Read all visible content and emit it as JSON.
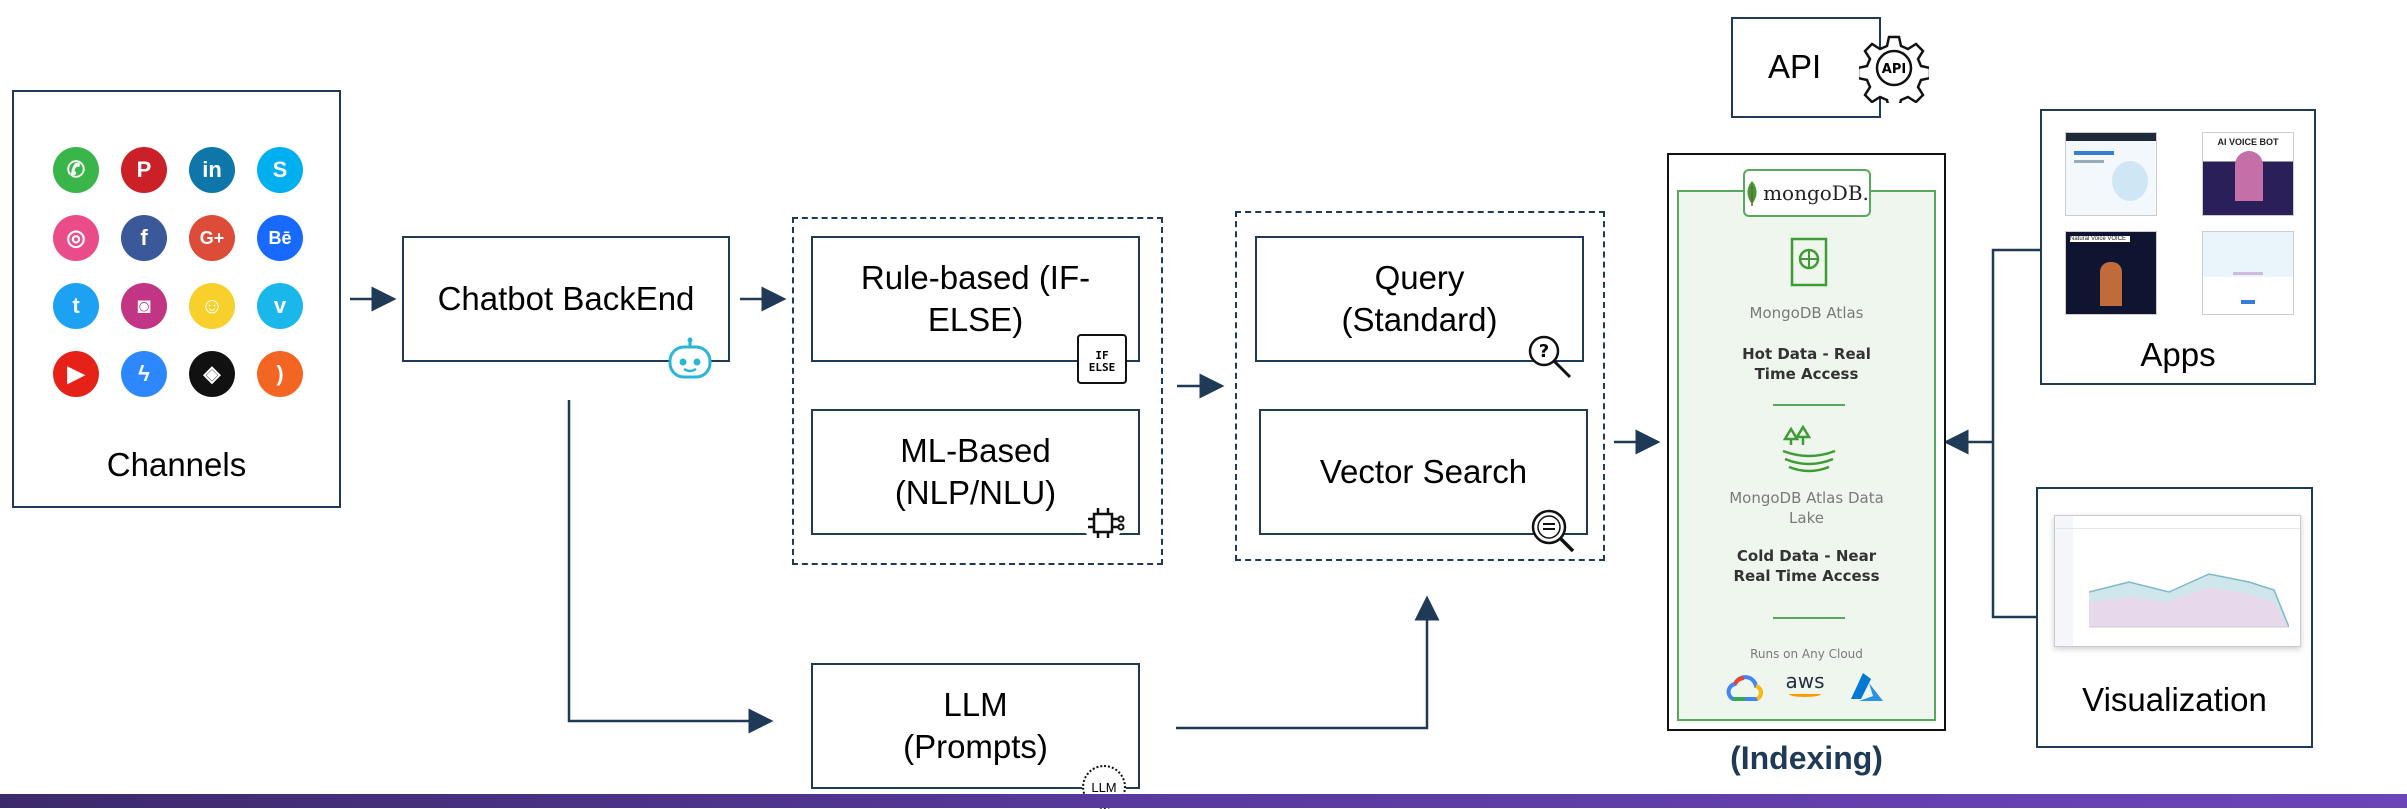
{
  "channels": {
    "label": "Channels",
    "icons": [
      "whatsapp-icon",
      "pinterest-icon",
      "linkedin-icon",
      "skype-icon",
      "dribbble-icon",
      "facebook-icon",
      "google-plus-icon",
      "behance-icon",
      "twitter-icon",
      "instagram-icon",
      "snapchat-icon",
      "vimeo-icon",
      "youtube-icon",
      "messenger-icon",
      "codepen-icon",
      "rss-icon"
    ]
  },
  "backend": {
    "label": "Chatbot BackEnd"
  },
  "rule_based": {
    "label": "Rule-based (IF-ELSE)",
    "icon_text": "IF ELSE"
  },
  "ml_based": {
    "label": "ML-Based (NLP/NLU)"
  },
  "llm": {
    "label": "LLM (Prompts)",
    "icon_text": "LLM"
  },
  "query": {
    "label": "Query (Standard)"
  },
  "vector": {
    "label": "Vector Search"
  },
  "api": {
    "label": "API",
    "icon_text": "API"
  },
  "mongodb": {
    "logo": "mongoDB.",
    "atlas": "MongoDB Atlas",
    "hot": "Hot Data - Real Time Access",
    "lake": "MongoDB Atlas Data Lake",
    "cold": "Cold Data - Near Real Time Access",
    "clouds": "Runs on Any Cloud",
    "aws": "aws",
    "indexing": "(Indexing)"
  },
  "apps": {
    "label": "Apps",
    "thumb_title": "AI VOICE BOT",
    "thumb_brand": "Natural Voice VOICE"
  },
  "visualization": {
    "label": "Visualization"
  },
  "colors": {
    "line": "#1f3a56",
    "mongo_green": "#5aa85e",
    "indexing": "#1f3a56"
  }
}
